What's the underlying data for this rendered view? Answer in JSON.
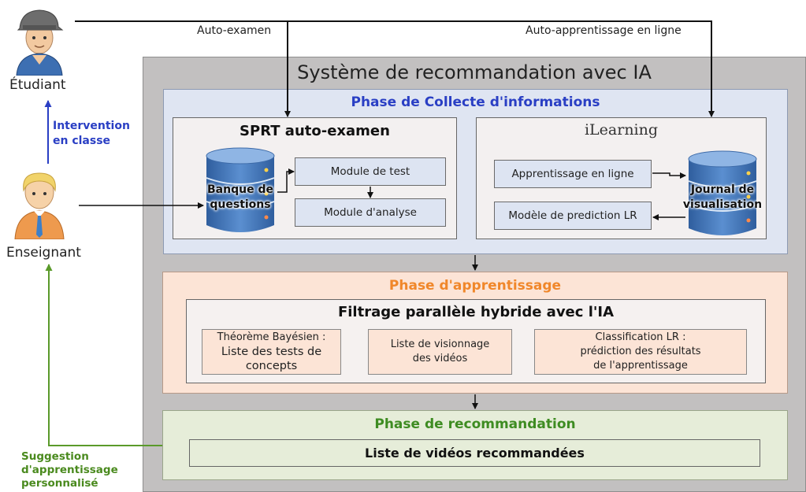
{
  "actors": {
    "student": "Étudiant",
    "teacher": "Enseignant"
  },
  "labels": {
    "intervention": [
      "Intervention",
      "en classe"
    ],
    "auto_examen": "Auto-examen",
    "auto_apprentissage": "Auto-apprentissage en ligne",
    "suggestion": [
      "Suggestion",
      "d'apprentissage",
      "personnalisé"
    ]
  },
  "system": {
    "title": "Système de recommandation avec IA"
  },
  "phase_collecte": {
    "title": "Phase de Collecte d'informations",
    "sprt": {
      "title": "SPRT auto-examen",
      "db_label": [
        "Banque de",
        "questions"
      ],
      "module_test": "Module de test",
      "module_analyse": "Module d'analyse"
    },
    "ilearning": {
      "title": "iLearning",
      "apprentissage": "Apprentissage en ligne",
      "modele": "Modèle de prediction LR",
      "db_label": [
        "Journal de",
        "visualisation"
      ]
    }
  },
  "phase_apprentissage": {
    "title": "Phase d'apprentissage",
    "filtrage_title": "Filtrage parallèle hybride avec l'IA",
    "items": [
      {
        "lines": [
          "Théorème Bayésien :",
          "Liste des tests de",
          "concepts"
        ]
      },
      {
        "lines": [
          "Liste de visionnage",
          "des vidéos"
        ]
      },
      {
        "lines": [
          "Classification LR :",
          "prédiction des résultats",
          "de l'apprentissage"
        ]
      }
    ]
  },
  "phase_recommandation": {
    "title": "Phase de recommandation",
    "list": "Liste de vidéos recommandées"
  },
  "colors": {
    "collecte_title": "#2a3fc4",
    "apprentissage_title": "#f0872a",
    "recommandation_title": "#3e8c22",
    "intervention_label": "#2a3fc4",
    "suggestion_label": "#4a8a1e"
  }
}
